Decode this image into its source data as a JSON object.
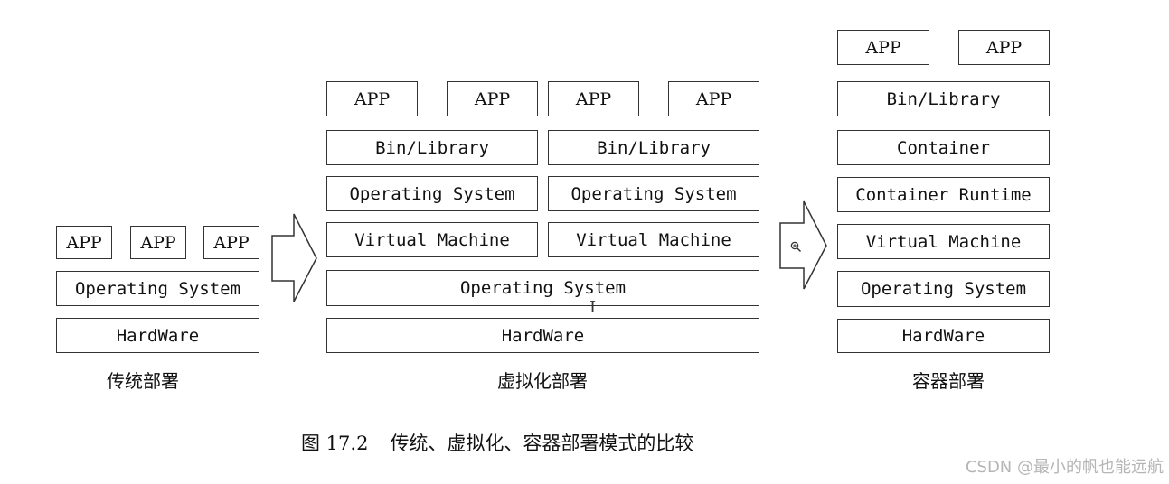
{
  "traditional": {
    "apps": [
      "APP",
      "APP",
      "APP"
    ],
    "os": "Operating System",
    "hardware": "HardWare",
    "label": "传统部署"
  },
  "virtualization": {
    "left": {
      "apps": [
        "APP",
        "APP"
      ],
      "bin": "Bin/Library",
      "os": "Operating System",
      "vm": "Virtual Machine"
    },
    "right": {
      "apps": [
        "APP",
        "APP"
      ],
      "bin": "Bin/Library",
      "os": "Operating System",
      "vm": "Virtual Machine"
    },
    "host_os": "Operating System",
    "hardware": "HardWare",
    "label": "虚拟化部署"
  },
  "container": {
    "apps": [
      "APP",
      "APP"
    ],
    "bin": "Bin/Library",
    "container": "Container",
    "runtime": "Container Runtime",
    "vm": "Virtual Machine",
    "os": "Operating System",
    "hardware": "HardWare",
    "label": "容器部署"
  },
  "caption": {
    "number": "图 17.2",
    "text": "传统、虚拟化、容器部署模式的比较"
  },
  "watermark": "CSDN @最小的帆也能远航",
  "icons": {
    "arrow": "right-arrow-outline-icon",
    "cursor": "text-cursor-icon",
    "zoom": "zoom-in-icon"
  }
}
